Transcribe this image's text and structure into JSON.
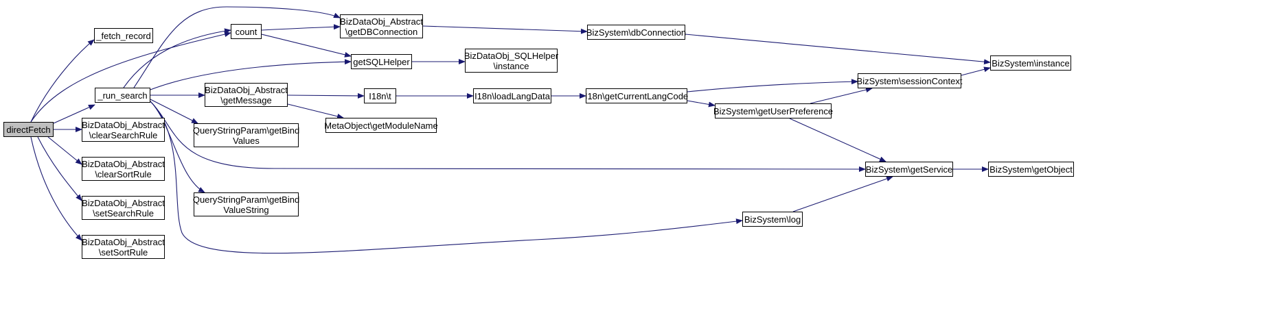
{
  "colors": {
    "edge": "#191970",
    "node_border": "#000000",
    "node_fill": "#ffffff",
    "root_fill": "#bfbfbf"
  },
  "nodes": [
    {
      "id": "directFetch",
      "label": "directFetch",
      "root": true
    },
    {
      "id": "fetch_record",
      "label": "_fetch_record"
    },
    {
      "id": "run_search",
      "label": "_run_search"
    },
    {
      "id": "clearSearchRule",
      "label": "BizDataObj_Abstract\n\\clearSearchRule"
    },
    {
      "id": "clearSortRule",
      "label": "BizDataObj_Abstract\n\\clearSortRule"
    },
    {
      "id": "setSearchRule",
      "label": "BizDataObj_Abstract\n\\setSearchRule"
    },
    {
      "id": "setSortRule",
      "label": "BizDataObj_Abstract\n\\setSortRule"
    },
    {
      "id": "count",
      "label": "count"
    },
    {
      "id": "getDBConnection",
      "label": "BizDataObj_Abstract\n\\getDBConnection"
    },
    {
      "id": "getSQLHelper",
      "label": "getSQLHelper"
    },
    {
      "id": "getMessage",
      "label": "BizDataObj_Abstract\n\\getMessage"
    },
    {
      "id": "getBindValues",
      "label": "QueryStringParam\\getBind\nValues"
    },
    {
      "id": "getBindValueString",
      "label": "QueryStringParam\\getBind\nValueString"
    },
    {
      "id": "SQLHelper_instance",
      "label": "BizDataObj_SQLHelper\n\\instance"
    },
    {
      "id": "i18n_t",
      "label": "I18n\\t"
    },
    {
      "id": "getModuleName",
      "label": "MetaObject\\getModuleName"
    },
    {
      "id": "loadLangData",
      "label": "I18n\\loadLangData"
    },
    {
      "id": "dbConnection",
      "label": "BizSystem\\dbConnection"
    },
    {
      "id": "getCurrentLangCode",
      "label": "I18n\\getCurrentLangCode"
    },
    {
      "id": "getUserPreference",
      "label": "BizSystem\\getUserPreference"
    },
    {
      "id": "sessionContext",
      "label": "BizSystem\\sessionContext"
    },
    {
      "id": "getService",
      "label": "BizSystem\\getService"
    },
    {
      "id": "log",
      "label": "BizSystem\\log"
    },
    {
      "id": "instance",
      "label": "BizSystem\\instance"
    },
    {
      "id": "getObject",
      "label": "BizSystem\\getObject"
    }
  ],
  "edges": [
    [
      "directFetch",
      "fetch_record"
    ],
    [
      "directFetch",
      "count"
    ],
    [
      "directFetch",
      "run_search"
    ],
    [
      "directFetch",
      "clearSearchRule"
    ],
    [
      "directFetch",
      "clearSortRule"
    ],
    [
      "directFetch",
      "setSearchRule"
    ],
    [
      "directFetch",
      "setSortRule"
    ],
    [
      "run_search",
      "count"
    ],
    [
      "run_search",
      "getDBConnection"
    ],
    [
      "run_search",
      "getSQLHelper"
    ],
    [
      "run_search",
      "getMessage"
    ],
    [
      "run_search",
      "getBindValues"
    ],
    [
      "run_search",
      "getBindValueString"
    ],
    [
      "run_search",
      "getService"
    ],
    [
      "run_search",
      "log"
    ],
    [
      "count",
      "getDBConnection"
    ],
    [
      "count",
      "getSQLHelper"
    ],
    [
      "getDBConnection",
      "dbConnection"
    ],
    [
      "getSQLHelper",
      "SQLHelper_instance"
    ],
    [
      "getMessage",
      "i18n_t"
    ],
    [
      "getMessage",
      "getModuleName"
    ],
    [
      "i18n_t",
      "loadLangData"
    ],
    [
      "loadLangData",
      "getCurrentLangCode"
    ],
    [
      "getCurrentLangCode",
      "sessionContext"
    ],
    [
      "getCurrentLangCode",
      "getUserPreference"
    ],
    [
      "getUserPreference",
      "sessionContext"
    ],
    [
      "getUserPreference",
      "getService"
    ],
    [
      "dbConnection",
      "instance"
    ],
    [
      "sessionContext",
      "instance"
    ],
    [
      "getService",
      "getObject"
    ],
    [
      "log",
      "getService"
    ]
  ]
}
